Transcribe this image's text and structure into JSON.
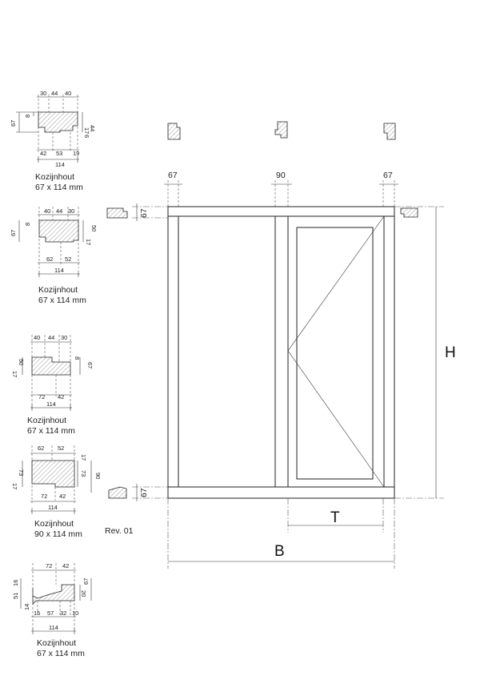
{
  "profiles": [
    {
      "caption_name": "Kozijnhout",
      "caption_size": "67 x 114 mm",
      "top_dims": [
        "30",
        "44",
        "40"
      ],
      "bottom_dims": [
        "42",
        "53",
        "19"
      ],
      "left_dims": [
        "67",
        "8"
      ],
      "right_dims": [
        "44",
        "17",
        "6"
      ],
      "total": "114"
    },
    {
      "caption_name": "Kozijnhout",
      "caption_size": "67 x 114 mm",
      "top_dims": [
        "40",
        "44",
        "30"
      ],
      "bottom_dims": [
        "62",
        "52"
      ],
      "left_dims": [
        "67",
        "8"
      ],
      "right_dims": [
        "50",
        "17"
      ],
      "total": "114"
    },
    {
      "caption_name": "Kozijnhout",
      "caption_size": "67 x 114 mm",
      "top_dims": [
        "40",
        "44",
        "30"
      ],
      "bottom_dims": [
        "72",
        "42"
      ],
      "left_dims": [
        "50",
        "17"
      ],
      "right_dims": [
        "8",
        "67"
      ],
      "total": "114"
    },
    {
      "caption_name": "Kozijnhout",
      "caption_size": "90 x 114 mm",
      "top_dims": [
        "62",
        "52"
      ],
      "bottom_dims": [
        "72",
        "42"
      ],
      "left_dims": [
        "73",
        "17"
      ],
      "right_dims": [
        "17",
        "73",
        "90"
      ],
      "total": "114"
    },
    {
      "caption_name": "Kozijnhout",
      "caption_size": "67 x 114 mm",
      "top_dims": [
        "72",
        "42"
      ],
      "bottom_dims": [
        "15",
        "57",
        "32",
        "10"
      ],
      "left_dims": [
        "16",
        "51",
        "14"
      ],
      "right_dims": [
        "20",
        "67"
      ],
      "total": "114"
    }
  ],
  "revision": "Rev. 01",
  "elevation": {
    "dim_left_stile": "67",
    "dim_mullion": "90",
    "dim_right_stile": "67",
    "dim_top_rail": "67",
    "dim_bottom_rail": "67",
    "label_height": "H",
    "label_width": "B",
    "label_door": "T"
  }
}
